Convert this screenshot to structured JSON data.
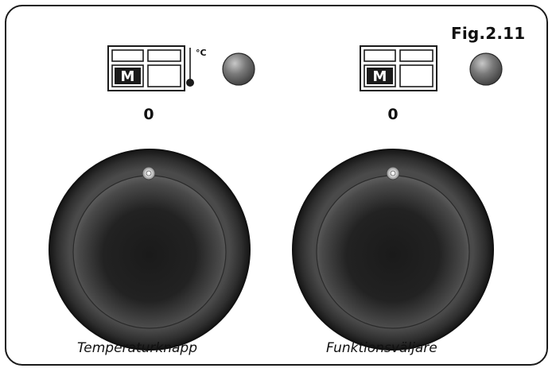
{
  "figure": {
    "label": "Fig.2.11"
  },
  "controls": [
    {
      "position_value": "0",
      "caption": "Temperaturknapp",
      "display_symbol": "M",
      "unit_symbol": "°C",
      "has_thermometer": true
    },
    {
      "position_value": "0",
      "caption": "Funktionsväljare",
      "display_symbol": "M",
      "has_thermometer": false
    }
  ],
  "colors": {
    "outline": "#1a1a1a",
    "knob_dark": "#1c1c1c",
    "knob_mid": "#5a5a5a",
    "indicator_light": "#6e6e6e"
  }
}
